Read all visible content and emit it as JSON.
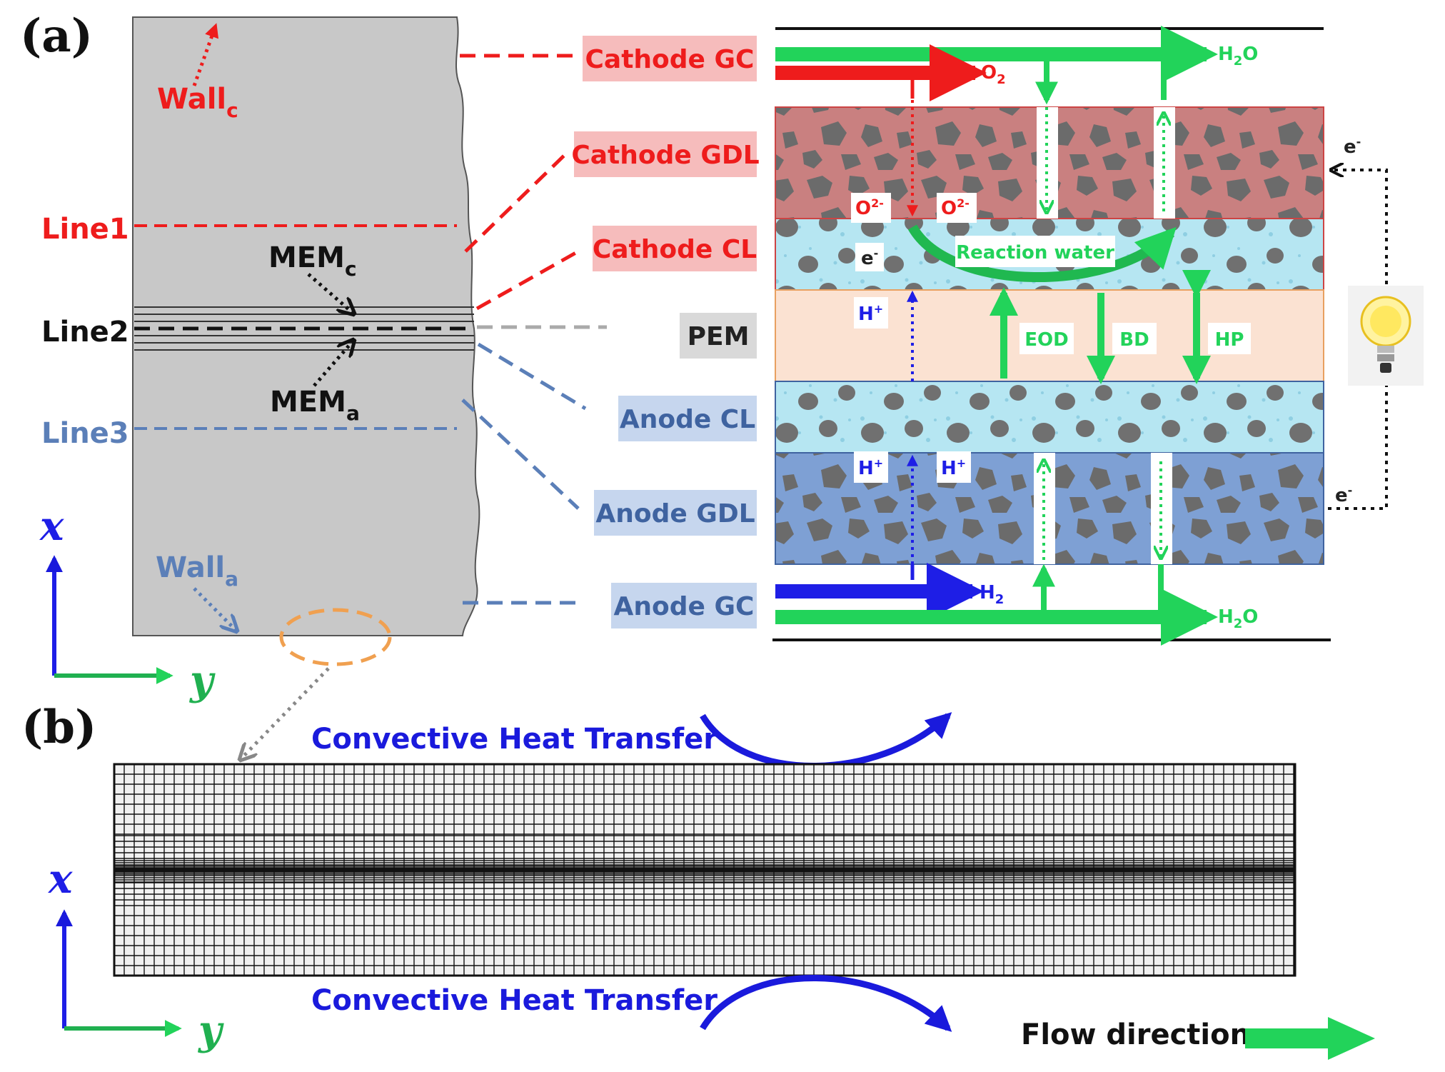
{
  "panels": {
    "a": "(a)",
    "b": "(b)"
  },
  "left": {
    "wall_c": {
      "main": "Wall",
      "sub": "c"
    },
    "wall_a": {
      "main": "Wall",
      "sub": "a"
    },
    "mem_c": {
      "main": "MEM",
      "sub": "c"
    },
    "mem_a": {
      "main": "MEM",
      "sub": "a"
    },
    "line1": "Line1",
    "line2": "Line2",
    "line3": "Line3"
  },
  "axes": {
    "x": "x",
    "y": "y"
  },
  "layers": {
    "cathode_gc": "Cathode GC",
    "cathode_gdl": "Cathode GDL",
    "cathode_cl": "Cathode CL",
    "pem": "PEM",
    "anode_cl": "Anode CL",
    "anode_gdl": "Anode GDL",
    "anode_gc": "Anode GC"
  },
  "species": {
    "h2o_main": "H",
    "h2o_sub": "2",
    "h2o_tail": "O",
    "o2_main": "O",
    "o2_sub": "2",
    "h2_main": "H",
    "h2_sub": "2",
    "o2minus_main": "O",
    "o2minus_sup": "2-",
    "electron_main": "e",
    "electron_sup": "-",
    "proton_main": "H",
    "proton_sup": "+"
  },
  "transport": {
    "reaction_water": "Reaction water",
    "eod": "EOD",
    "bd": "BD",
    "hp": "HP"
  },
  "mesh": {
    "convective_top": "Convective Heat Transfer",
    "convective_bottom": "Convective Heat Transfer",
    "flow_direction": "Flow direction"
  },
  "colors": {
    "cathode": "#ee1c1c",
    "anode": "#5b7fb8",
    "water": "#22d35a",
    "proton": "#1e1ee6",
    "gray_domain": "#c8c8c8"
  }
}
